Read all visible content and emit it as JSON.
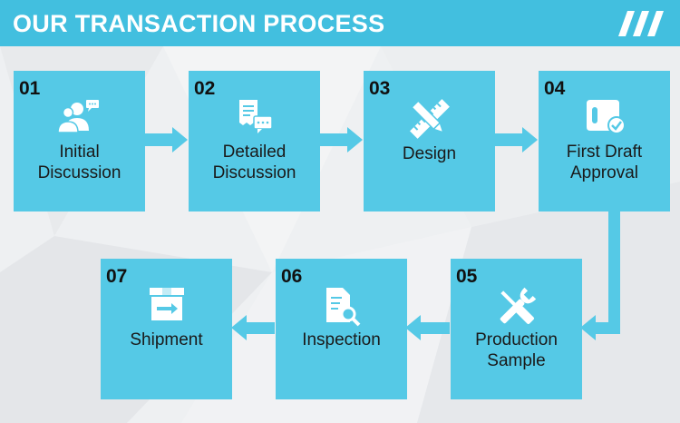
{
  "header": {
    "title": "OUR TRANSACTION PROCESS"
  },
  "colors": {
    "header": "#42bfdf",
    "box": "#55c9e6",
    "arrow": "#55c9e6",
    "background": "#eef0f2"
  },
  "steps": [
    {
      "number": "01",
      "line1": "Initial",
      "line2": "Discussion",
      "icon": "people-chat-icon"
    },
    {
      "number": "02",
      "line1": "Detailed",
      "line2": "Discussion",
      "icon": "document-chat-icon"
    },
    {
      "number": "03",
      "line1": "Design",
      "line2": "",
      "icon": "ruler-pencil-icon"
    },
    {
      "number": "04",
      "line1": "First Draft",
      "line2": "Approval",
      "icon": "folder-check-icon"
    },
    {
      "number": "05",
      "line1": "Production",
      "line2": "Sample",
      "icon": "wrench-screwdriver-icon"
    },
    {
      "number": "06",
      "line1": "Inspection",
      "line2": "",
      "icon": "document-search-icon"
    },
    {
      "number": "07",
      "line1": "Shipment",
      "line2": "",
      "icon": "shipping-box-icon"
    }
  ]
}
